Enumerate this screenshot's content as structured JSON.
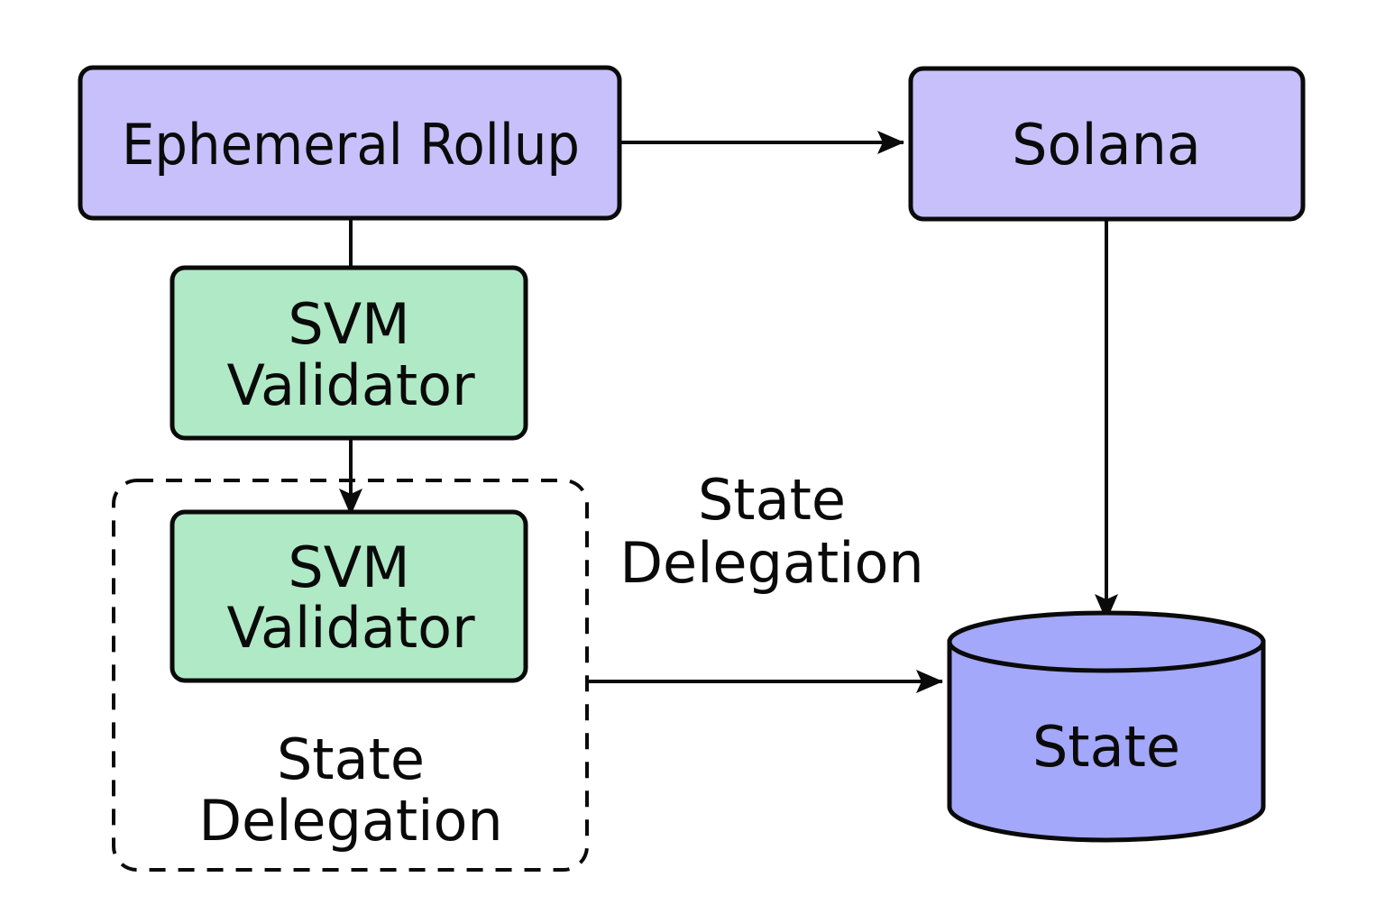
{
  "diagram": {
    "colors": {
      "purple_box": "#c8c0fb",
      "green_box": "#b0e9c6",
      "cylinder": "#a4a8fa",
      "stroke": "#0a0a0a",
      "background": "#ffffff"
    },
    "nodes": {
      "ephemeral_rollup": {
        "label": "Ephemeral Rollup"
      },
      "solana": {
        "label": "Solana"
      },
      "svm_validator_top": {
        "line1": "SVM",
        "line2": "Validator"
      },
      "svm_validator_bottom": {
        "line1": "SVM",
        "line2": "Validator"
      },
      "state_delegation_group": {
        "line1": "State",
        "line2": "Delegation"
      },
      "state": {
        "label": "State"
      }
    },
    "floating_labels": {
      "state_delegation": {
        "line1": "State",
        "line2": "Delegation"
      }
    },
    "edges": [
      {
        "from": "Ephemeral Rollup",
        "to": "Solana",
        "arrow": true
      },
      {
        "from": "Ephemeral Rollup",
        "to": "SVM Validator",
        "arrow": false
      },
      {
        "from": "SVM Validator",
        "to": "SVM Validator",
        "arrow": true
      },
      {
        "from": "Solana",
        "to": "State",
        "arrow": true
      },
      {
        "from": "State Delegation group",
        "to": "State",
        "arrow": true
      }
    ]
  }
}
